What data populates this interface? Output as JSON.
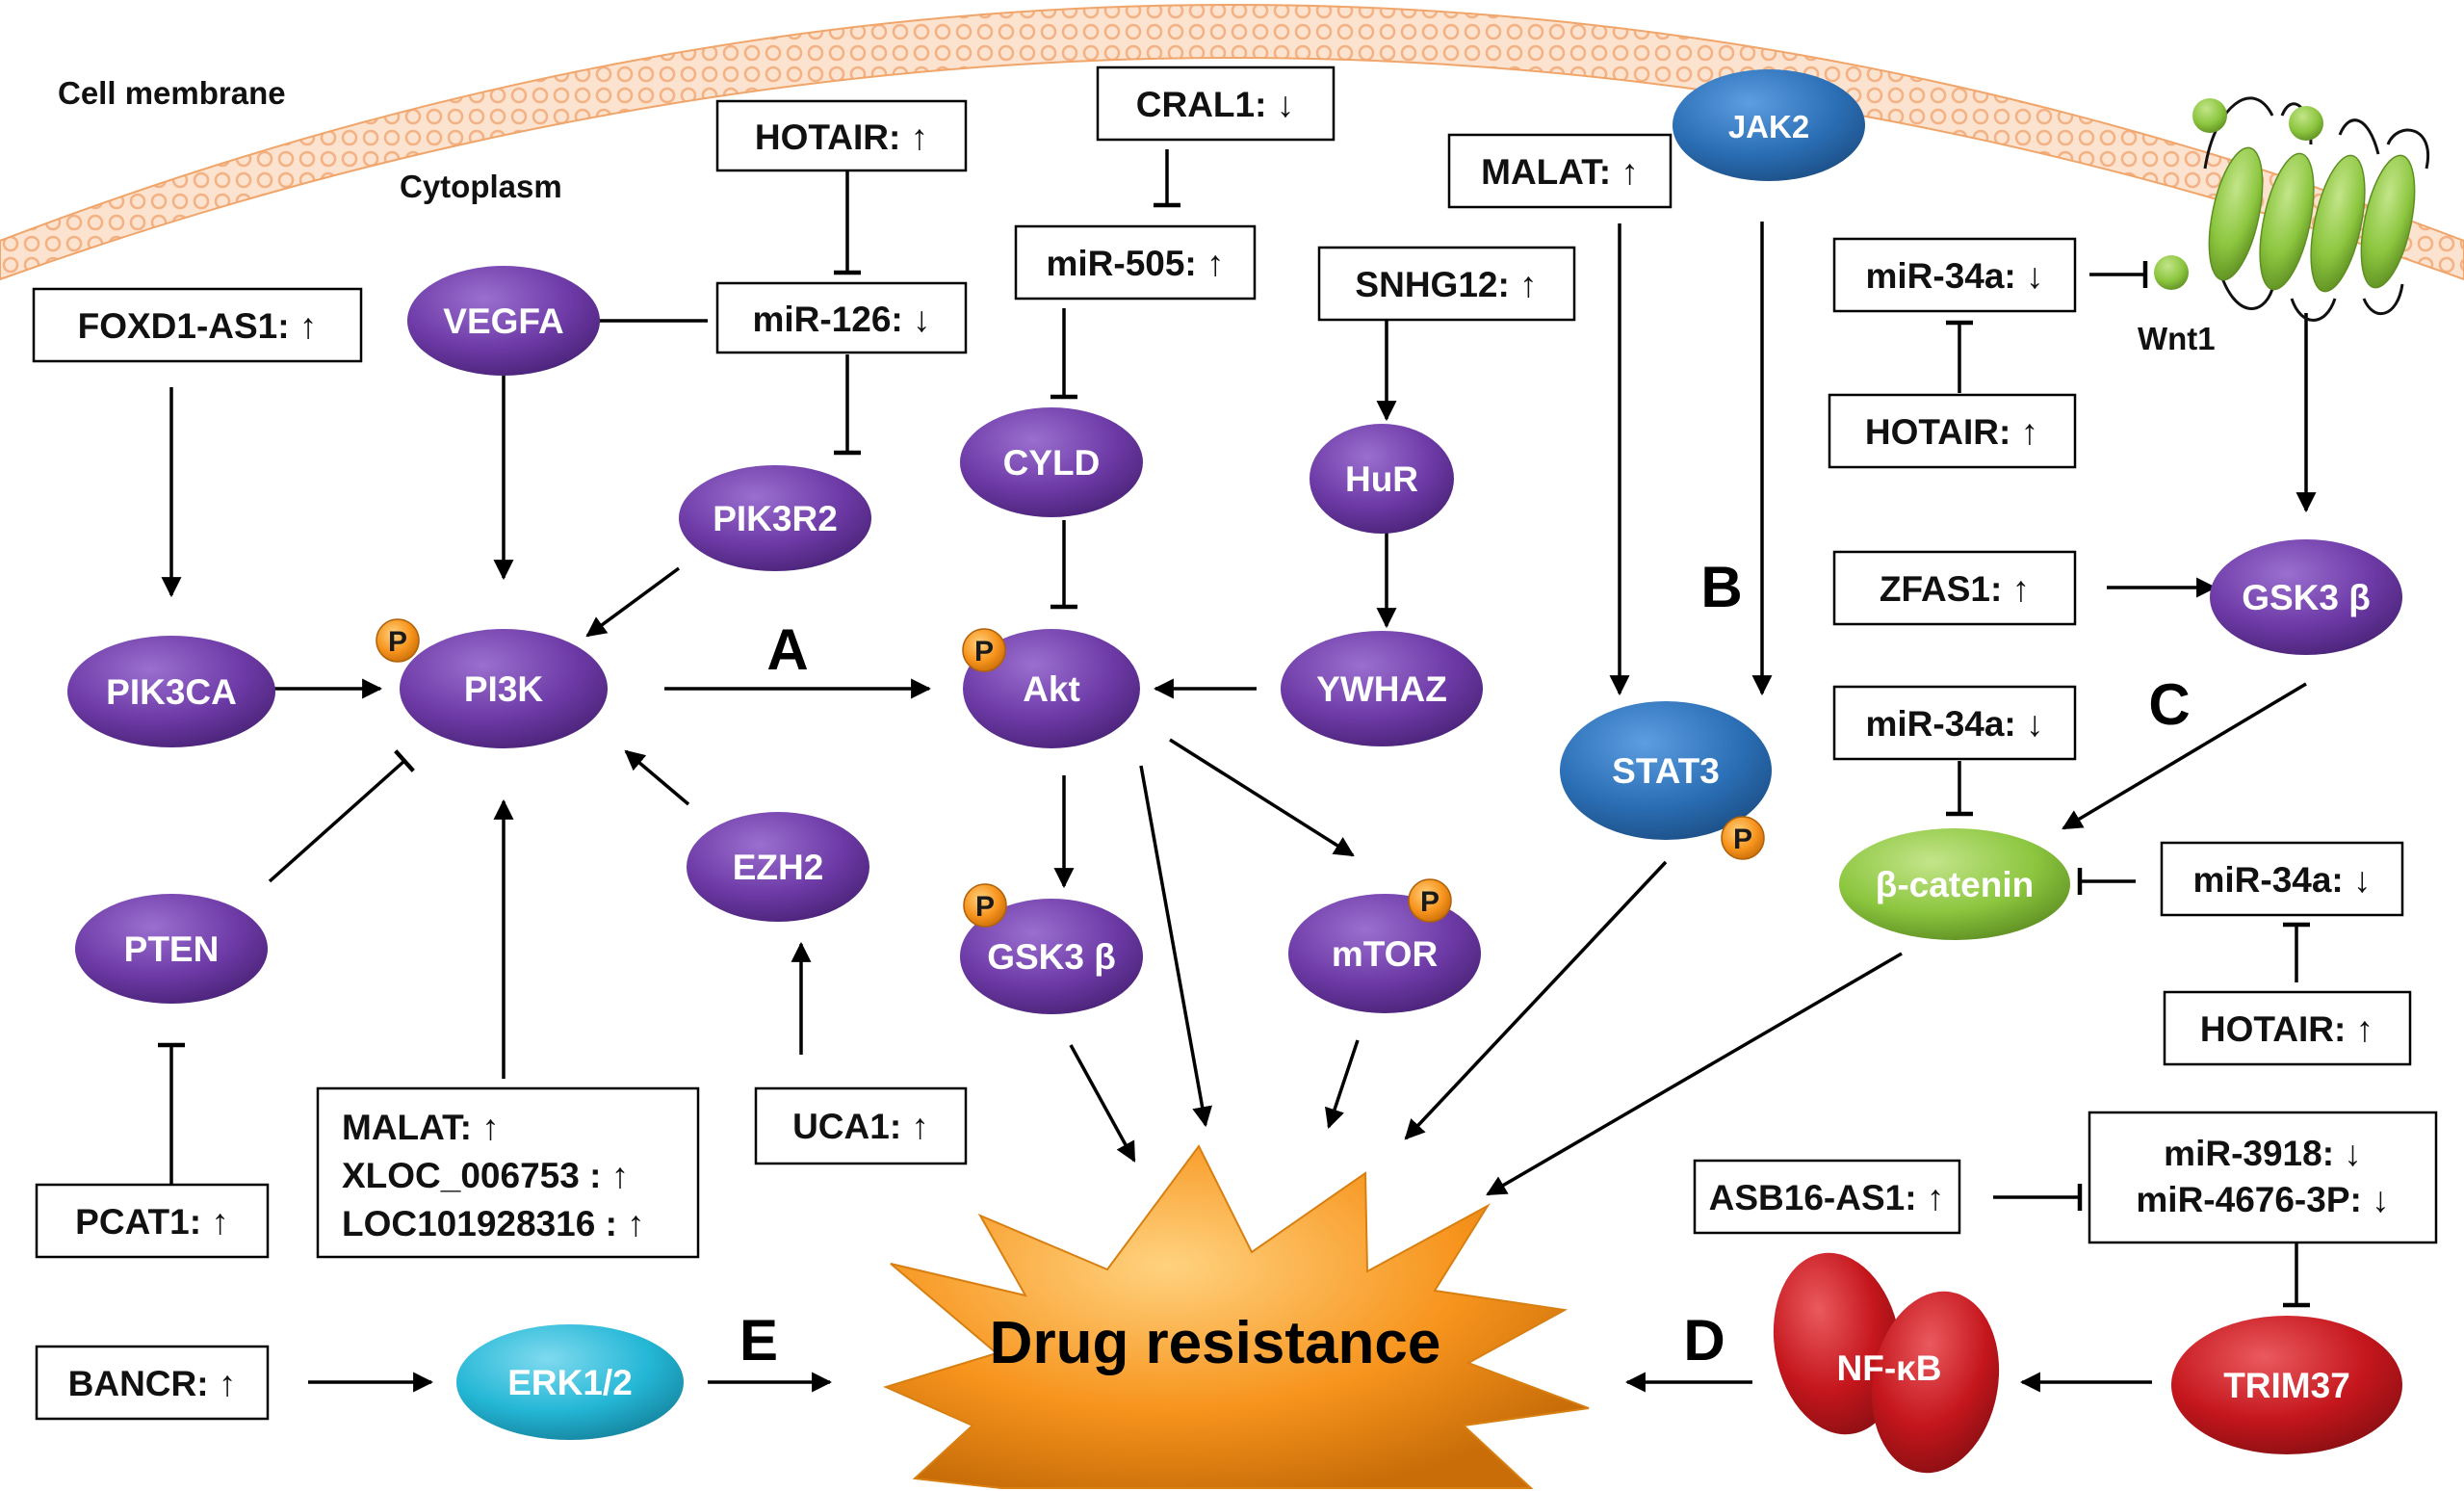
{
  "regions": {
    "membrane": "Cell membrane",
    "cytoplasm": "Cytoplasm"
  },
  "pathway_labels": {
    "A": "A",
    "B": "B",
    "C": "C",
    "D": "D",
    "E": "E"
  },
  "center": "Drug resistance",
  "phospho": "P",
  "boxes": {
    "hotair_1": "HOTAIR: ↑",
    "mir126": "miR-126: ↓",
    "foxd1": "FOXD1-AS1: ↑",
    "cral1": "CRAL1: ↓",
    "mir505": "miR-505: ↑",
    "snhg12": "SNHG12: ↑",
    "malat_1": "MALAT: ↑",
    "mir34a_1": "miR-34a: ↓",
    "hotair_2": "HOTAIR: ↑",
    "zfas1": "ZFAS1: ↑",
    "mir34a_2": "miR-34a: ↓",
    "mir34a_3": "miR-34a: ↓",
    "hotair_3": "HOTAIR: ↑",
    "multi": [
      "MALAT: ↑",
      "XLOC_006753 : ↑",
      "LOC101928316 : ↑"
    ],
    "uca1": "UCA1: ↑",
    "pcat1": "PCAT1: ↑",
    "bancr": "BANCR: ↑",
    "asb16": "ASB16-AS1: ↑",
    "mir3918": [
      "miR-3918: ↓",
      "miR-4676-3P: ↓"
    ]
  },
  "nodes": {
    "vegfa": "VEGFA",
    "pik3r2": "PIK3R2",
    "pik3ca": "PIK3CA",
    "pi3k": "PI3K",
    "pten": "PTEN",
    "ezh2": "EZH2",
    "cyld": "CYLD",
    "akt": "Akt",
    "hur": "HuR",
    "ywhaz": "YWHAZ",
    "gsk3b_1": "GSK3 β",
    "mtor": "mTOR",
    "jak2": "JAK2",
    "stat3": "STAT3",
    "wnt1": "Wnt1",
    "gsk3b_2": "GSK3 β",
    "bcatenin": "β-catenin",
    "erk": "ERK1/2",
    "nfkb": "NF-κB",
    "trim37": "TRIM37"
  },
  "colors": {
    "purple": "#6d3aa6",
    "blue": "#2b6fb6",
    "green": "#8cc63f",
    "cyan": "#24b7d6",
    "red": "#c4161c",
    "orange": "#f7941d",
    "membrane": "#f4b183"
  }
}
